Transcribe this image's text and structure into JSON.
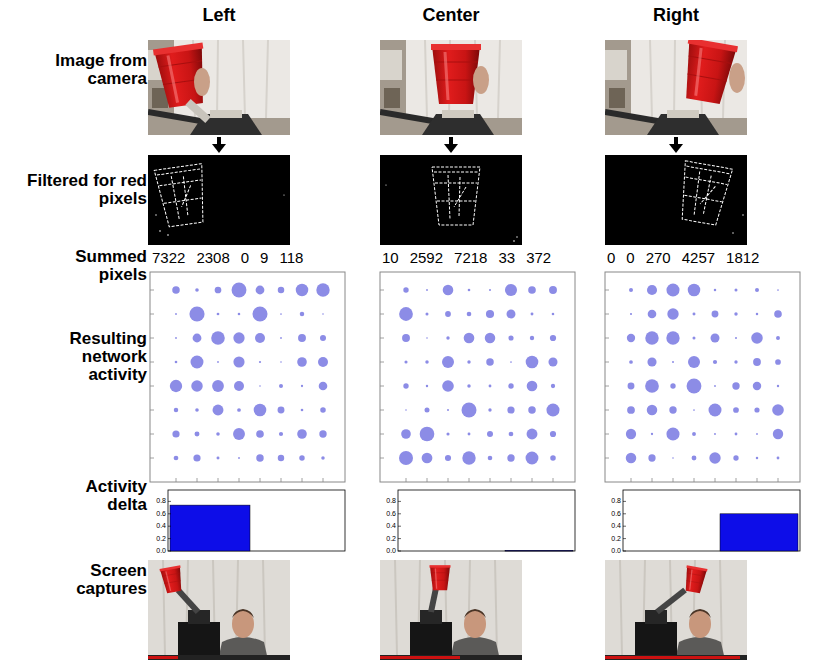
{
  "diagram": {
    "labels": [
      "Left",
      "Center",
      "Right",
      "Image from camera",
      "Filtered for red pixels",
      "Summed pixels",
      "7322",
      "2308",
      "0",
      "9",
      "118",
      "10",
      "2592",
      "7218",
      "33",
      "372",
      "0",
      "0",
      "270",
      "4257",
      "1812",
      "Resulting network activity",
      "Activity delta",
      "0.8",
      "0.6",
      "0.4",
      "0.2",
      "0.0",
      "0.8",
      "0.6",
      "0.4",
      "0.2",
      "0.0",
      "0.8",
      "0.6",
      "0.4",
      "0.2",
      "0.0",
      "Screen captures"
    ]
  }
}
